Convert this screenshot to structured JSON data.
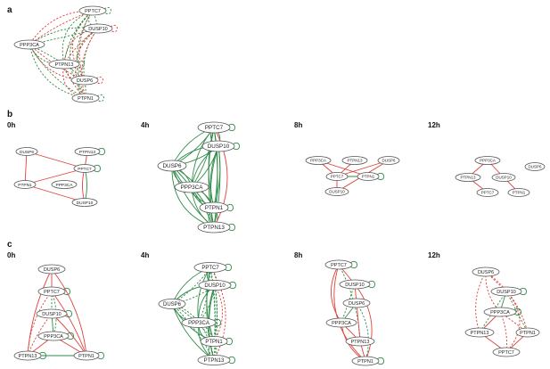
{
  "colors": {
    "red": "#e0413b",
    "green": "#2e8b47",
    "node_stroke": "#555555"
  },
  "labels": {
    "a": "a",
    "b": "b",
    "c": "c"
  },
  "times": {
    "t0": "0h",
    "t4": "4h",
    "t8": "8h",
    "t12": "12h"
  },
  "genes": {
    "PPTC7": "PPTC7",
    "DUSP10": "DUSP10",
    "PPP3CA": "PPP3CA",
    "PTPN13": "PTPN13",
    "DUSP6": "DUSP6",
    "PTPN1": "PTPN1"
  }
}
